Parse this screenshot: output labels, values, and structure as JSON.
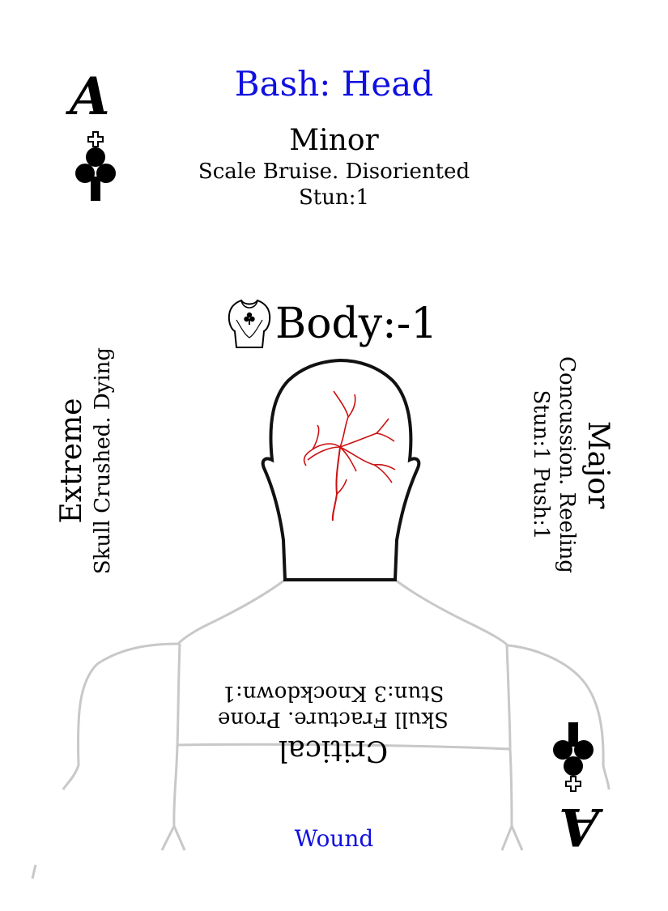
{
  "card": {
    "title": "Bash: Head",
    "rank": "A",
    "suit_icon": "club-cross-icon",
    "footer": "Wound",
    "body_label": "Body:-1",
    "body_icon": "torso-icon"
  },
  "severities": {
    "minor": {
      "title": "Minor",
      "line1": "Scale Bruise. Disoriented",
      "line2": "Stun:1"
    },
    "major": {
      "title": "Major",
      "line1": "Concussion. Reeling",
      "line2": "Stun:1 Push:1"
    },
    "critical": {
      "title": "Critical",
      "line1": "Skull Fracture. Prone",
      "line2": "Stun:3 Knockdown:1"
    },
    "extreme": {
      "title": "Extreme",
      "line1": "Skull Crushed. Dying"
    }
  },
  "colors": {
    "accent": "#1010e0",
    "crack": "#cc1010",
    "outline": "#111111",
    "shoulders": "#c8c8c8"
  }
}
